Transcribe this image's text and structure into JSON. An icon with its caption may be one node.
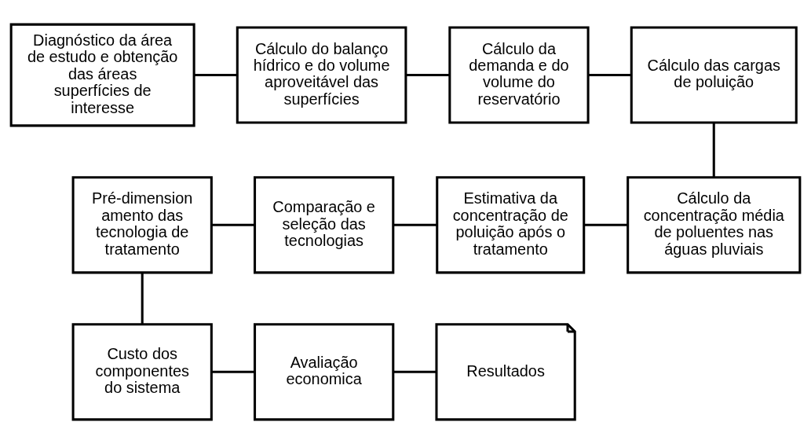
{
  "diagram": {
    "nodes": [
      {
        "text": [
          "Diagnóstico da área de estudo e obtenção das áreas superfícies de interesse"
        ]
      },
      {
        "text": [
          "Cálculo do balanço hídrico e do volume aproveitável das superfícies"
        ]
      },
      {
        "text": [
          "Cálculo da demanda e do volume do reservatório"
        ]
      },
      {
        "text": [
          "Cálculo das cargas de poluição"
        ]
      },
      {
        "text": [
          "Pré-dimension amento das tecnologia de tratamento"
        ]
      },
      {
        "text": [
          "Comparação e seleção das tecnologias"
        ]
      },
      {
        "text": [
          "Estimativa da concentração de poluição após o tratamento"
        ]
      },
      {
        "text": [
          "Cálculo da concentração média de poluentes nas águas pluviais"
        ]
      },
      {
        "text": [
          "Custo dos componentes do sistema"
        ]
      },
      {
        "text": [
          "Avaliação economica"
        ]
      },
      {
        "text": [
          "Resultados"
        ]
      }
    ],
    "edges": [
      {
        "from": 0,
        "to": 1,
        "arrow": "none"
      },
      {
        "from": 1,
        "to": 2,
        "arrow": "none"
      },
      {
        "from": 2,
        "to": 3,
        "arrow": "none"
      },
      {
        "from": 3,
        "to": 7,
        "arrow": "none"
      },
      {
        "from": 7,
        "to": 6,
        "arrow": "none"
      },
      {
        "from": 6,
        "to": 5,
        "arrow": "none"
      },
      {
        "from": 5,
        "to": 4,
        "arrow": "none"
      },
      {
        "from": 4,
        "to": 8,
        "arrow": "none"
      },
      {
        "from": 8,
        "to": 9,
        "arrow": "none"
      },
      {
        "from": 9,
        "to": 10,
        "arrow": "none"
      }
    ]
  }
}
